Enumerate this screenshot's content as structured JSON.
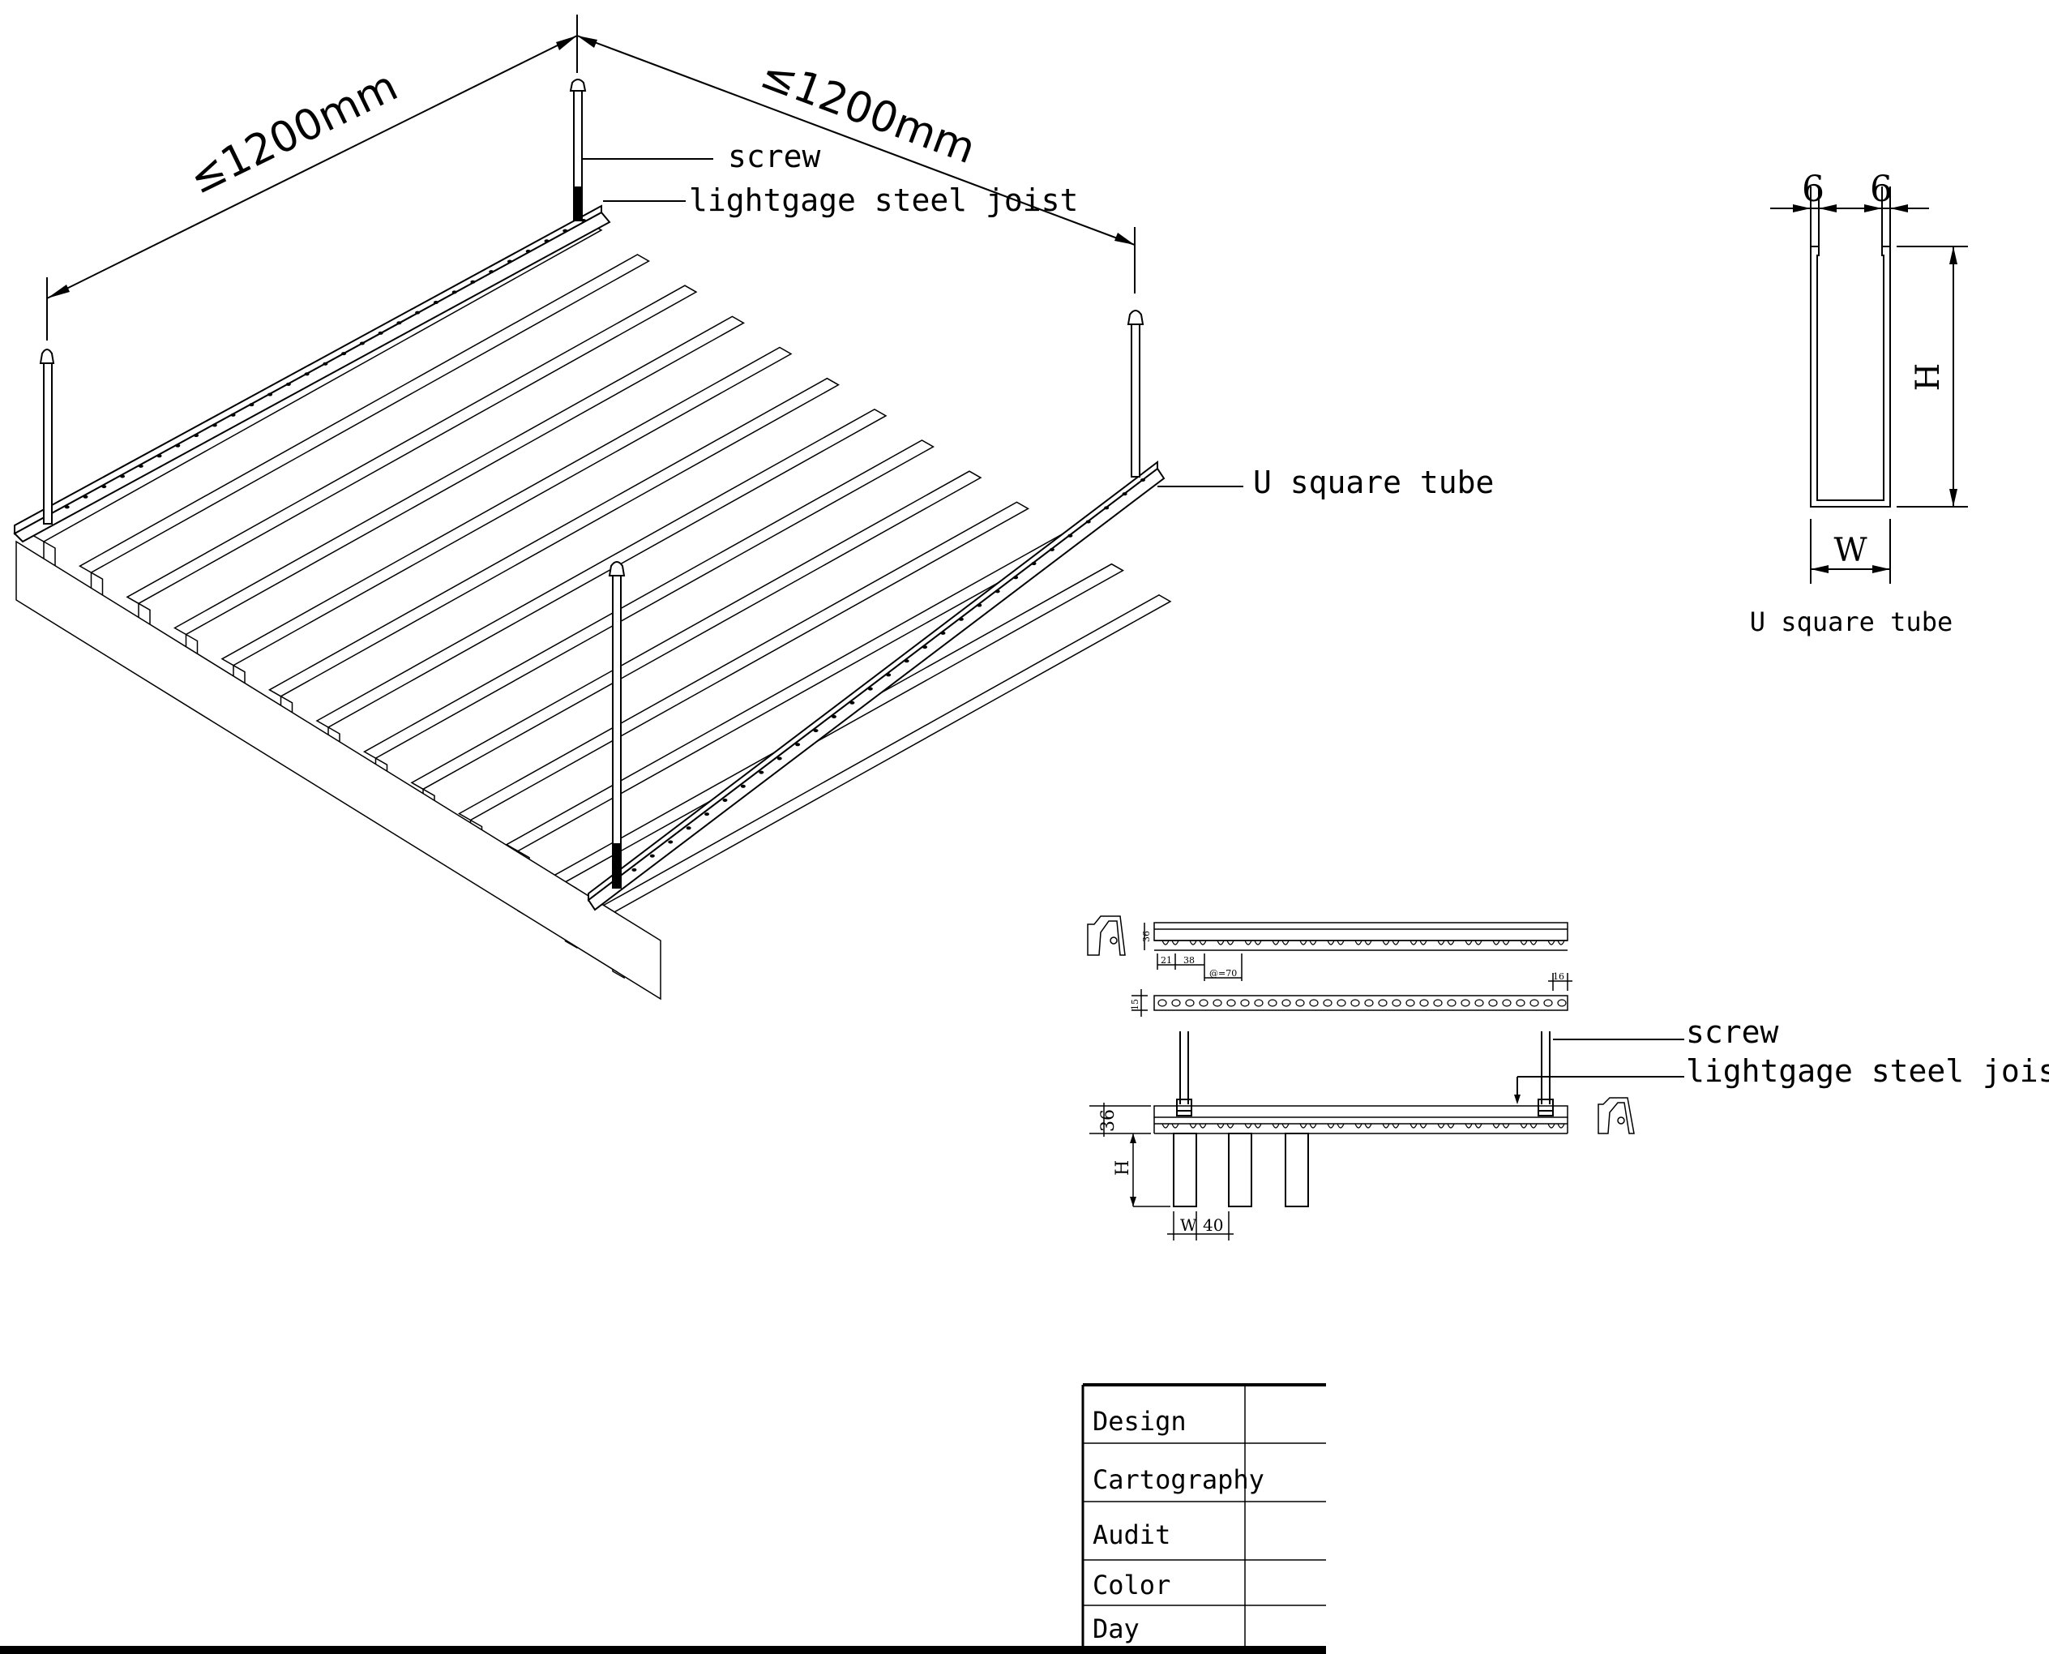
{
  "iso_view": {
    "dim_left": "≤1200mm",
    "dim_right": "≤1200mm",
    "labels": {
      "screw": "screw",
      "joist": "lightgage steel joist",
      "tube": "U square tube"
    }
  },
  "section": {
    "dim_left": "6",
    "dim_right": "6",
    "dim_height": "H",
    "dim_width": "W",
    "caption": "U square tube"
  },
  "detail": {
    "dims": {
      "d36_top": "36",
      "d21": "21",
      "d38": "38",
      "pitch": "@=70",
      "d16": "16",
      "d15": "15",
      "d36_side": "36",
      "h": "H",
      "w": "W",
      "d40": "40"
    },
    "labels": {
      "screw": "screw",
      "joist": "lightgage steel joist"
    }
  },
  "title_block": {
    "rows": [
      "Design",
      "Cartography",
      "Audit",
      "Color",
      "Day"
    ]
  }
}
